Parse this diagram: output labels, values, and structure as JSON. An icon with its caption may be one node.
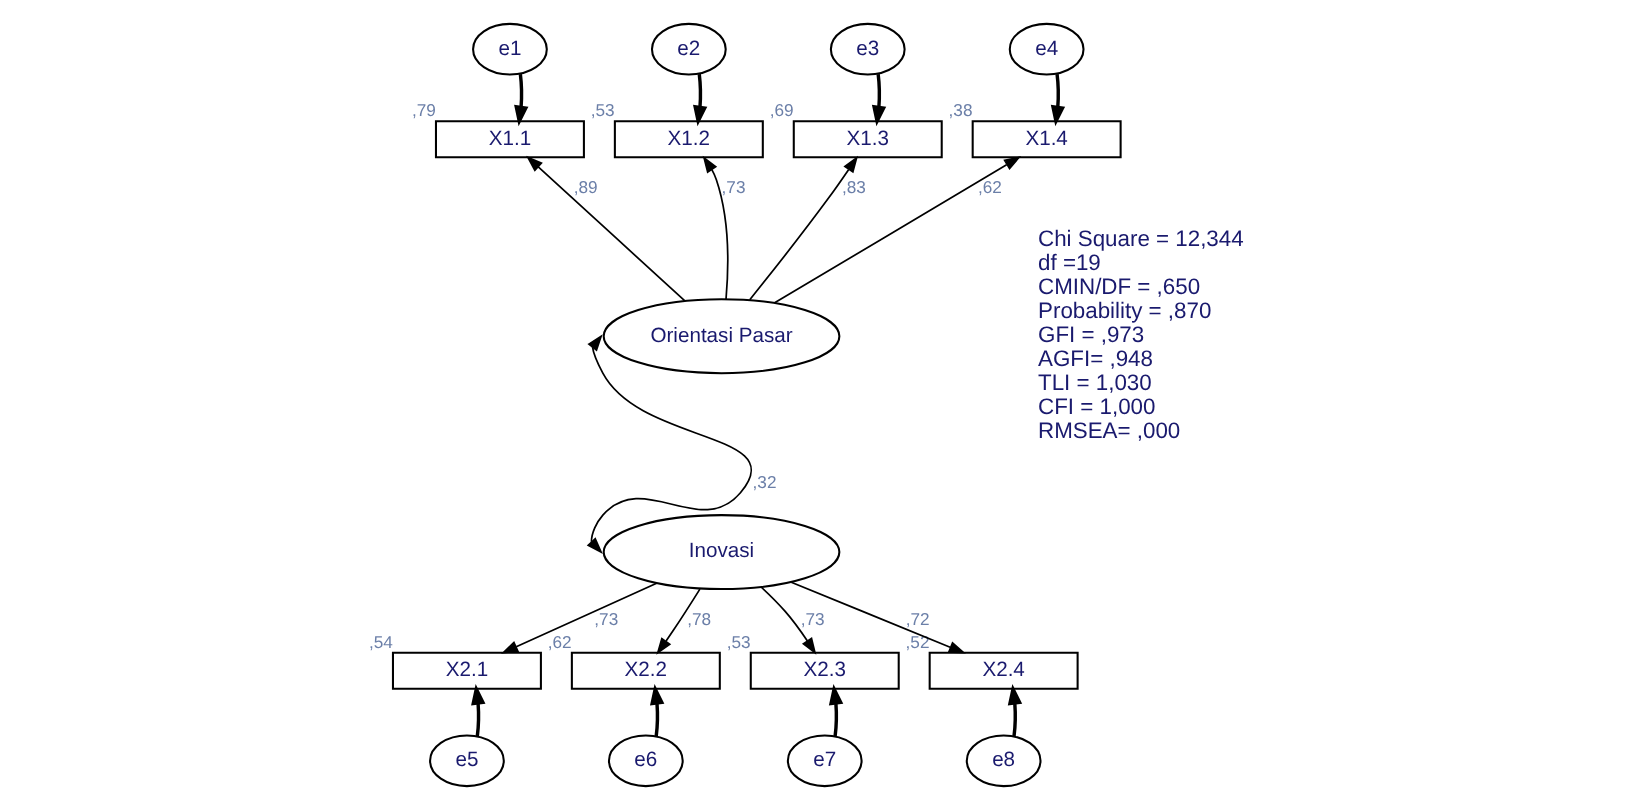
{
  "diagram": {
    "nodes": [
      {
        "text": [
          "e1"
        ]
      },
      {
        "text": [
          "e2"
        ]
      },
      {
        "text": [
          "e3"
        ]
      },
      {
        "text": [
          "e4"
        ]
      },
      {
        "text": [
          "X1.1"
        ],
        "beside": [
          ",79"
        ]
      },
      {
        "text": [
          "X1.2"
        ],
        "beside": [
          ",53"
        ]
      },
      {
        "text": [
          "X1.3"
        ],
        "beside": [
          ",69"
        ]
      },
      {
        "text": [
          "X1.4"
        ],
        "beside": [
          ",38"
        ]
      },
      {
        "text": [
          "Orientasi Pasar"
        ]
      },
      {
        "text": [
          "Inovasi"
        ]
      },
      {
        "text": [
          "X2.1"
        ],
        "beside": [
          ",54"
        ]
      },
      {
        "text": [
          "X2.2"
        ],
        "beside": [
          ",62"
        ]
      },
      {
        "text": [
          "X2.3"
        ],
        "beside": [
          ",53"
        ]
      },
      {
        "text": [
          "X2.4"
        ],
        "beside": [
          ",52"
        ]
      },
      {
        "text": [
          "e5"
        ]
      },
      {
        "text": [
          "e6"
        ]
      },
      {
        "text": [
          "e7"
        ]
      },
      {
        "text": [
          "e8"
        ]
      }
    ],
    "edges": [
      {
        "from": 0,
        "to": 4,
        "arrow": "to"
      },
      {
        "from": 1,
        "to": 5,
        "arrow": "to"
      },
      {
        "from": 2,
        "to": 6,
        "arrow": "to"
      },
      {
        "from": 3,
        "to": 7,
        "arrow": "to"
      },
      {
        "from": 8,
        "to": 4,
        "arrow": "to",
        "label": ",89"
      },
      {
        "from": 8,
        "to": 5,
        "arrow": "to",
        "label": ",73"
      },
      {
        "from": 8,
        "to": 6,
        "arrow": "to",
        "label": ",83"
      },
      {
        "from": 8,
        "to": 7,
        "arrow": "to",
        "label": ",62"
      },
      {
        "from": 8,
        "to": 9,
        "arrow": "both",
        "label": ",32"
      },
      {
        "from": 9,
        "to": 10,
        "arrow": "to",
        "label": ",73"
      },
      {
        "from": 9,
        "to": 11,
        "arrow": "to",
        "label": ",78"
      },
      {
        "from": 9,
        "to": 12,
        "arrow": "to",
        "label": ",73"
      },
      {
        "from": 9,
        "to": 13,
        "arrow": "to",
        "label": ",72"
      },
      {
        "from": 14,
        "to": 10,
        "arrow": "to"
      },
      {
        "from": 15,
        "to": 11,
        "arrow": "to"
      },
      {
        "from": 16,
        "to": 12,
        "arrow": "to"
      },
      {
        "from": 17,
        "to": 13,
        "arrow": "to"
      }
    ],
    "labels": [
      "Chi Square = 12,344",
      "df =19",
      "CMIN/DF = ,650",
      "Probability = ,870",
      "GFI = ,973",
      "AGFI= ,948",
      "TLI = 1,030",
      "CFI = 1,000",
      "RMSEA= ,000"
    ]
  }
}
